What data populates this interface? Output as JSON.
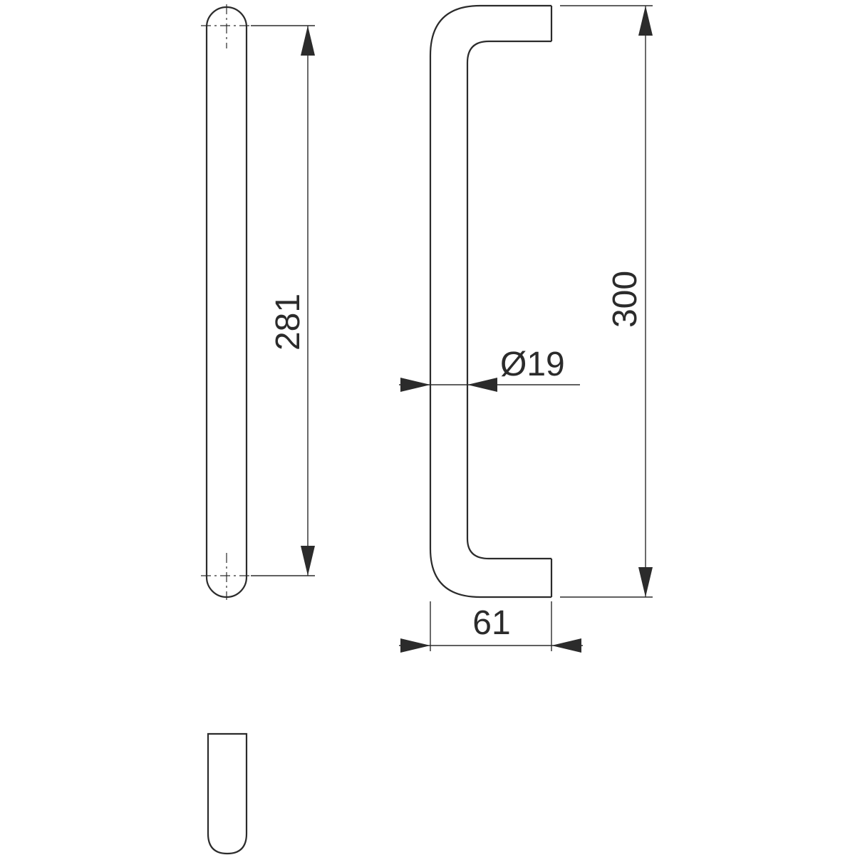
{
  "dimensions": {
    "side_view_length": "281",
    "overall_height": "300",
    "tube_diameter": "Ø19",
    "projection": "61"
  }
}
